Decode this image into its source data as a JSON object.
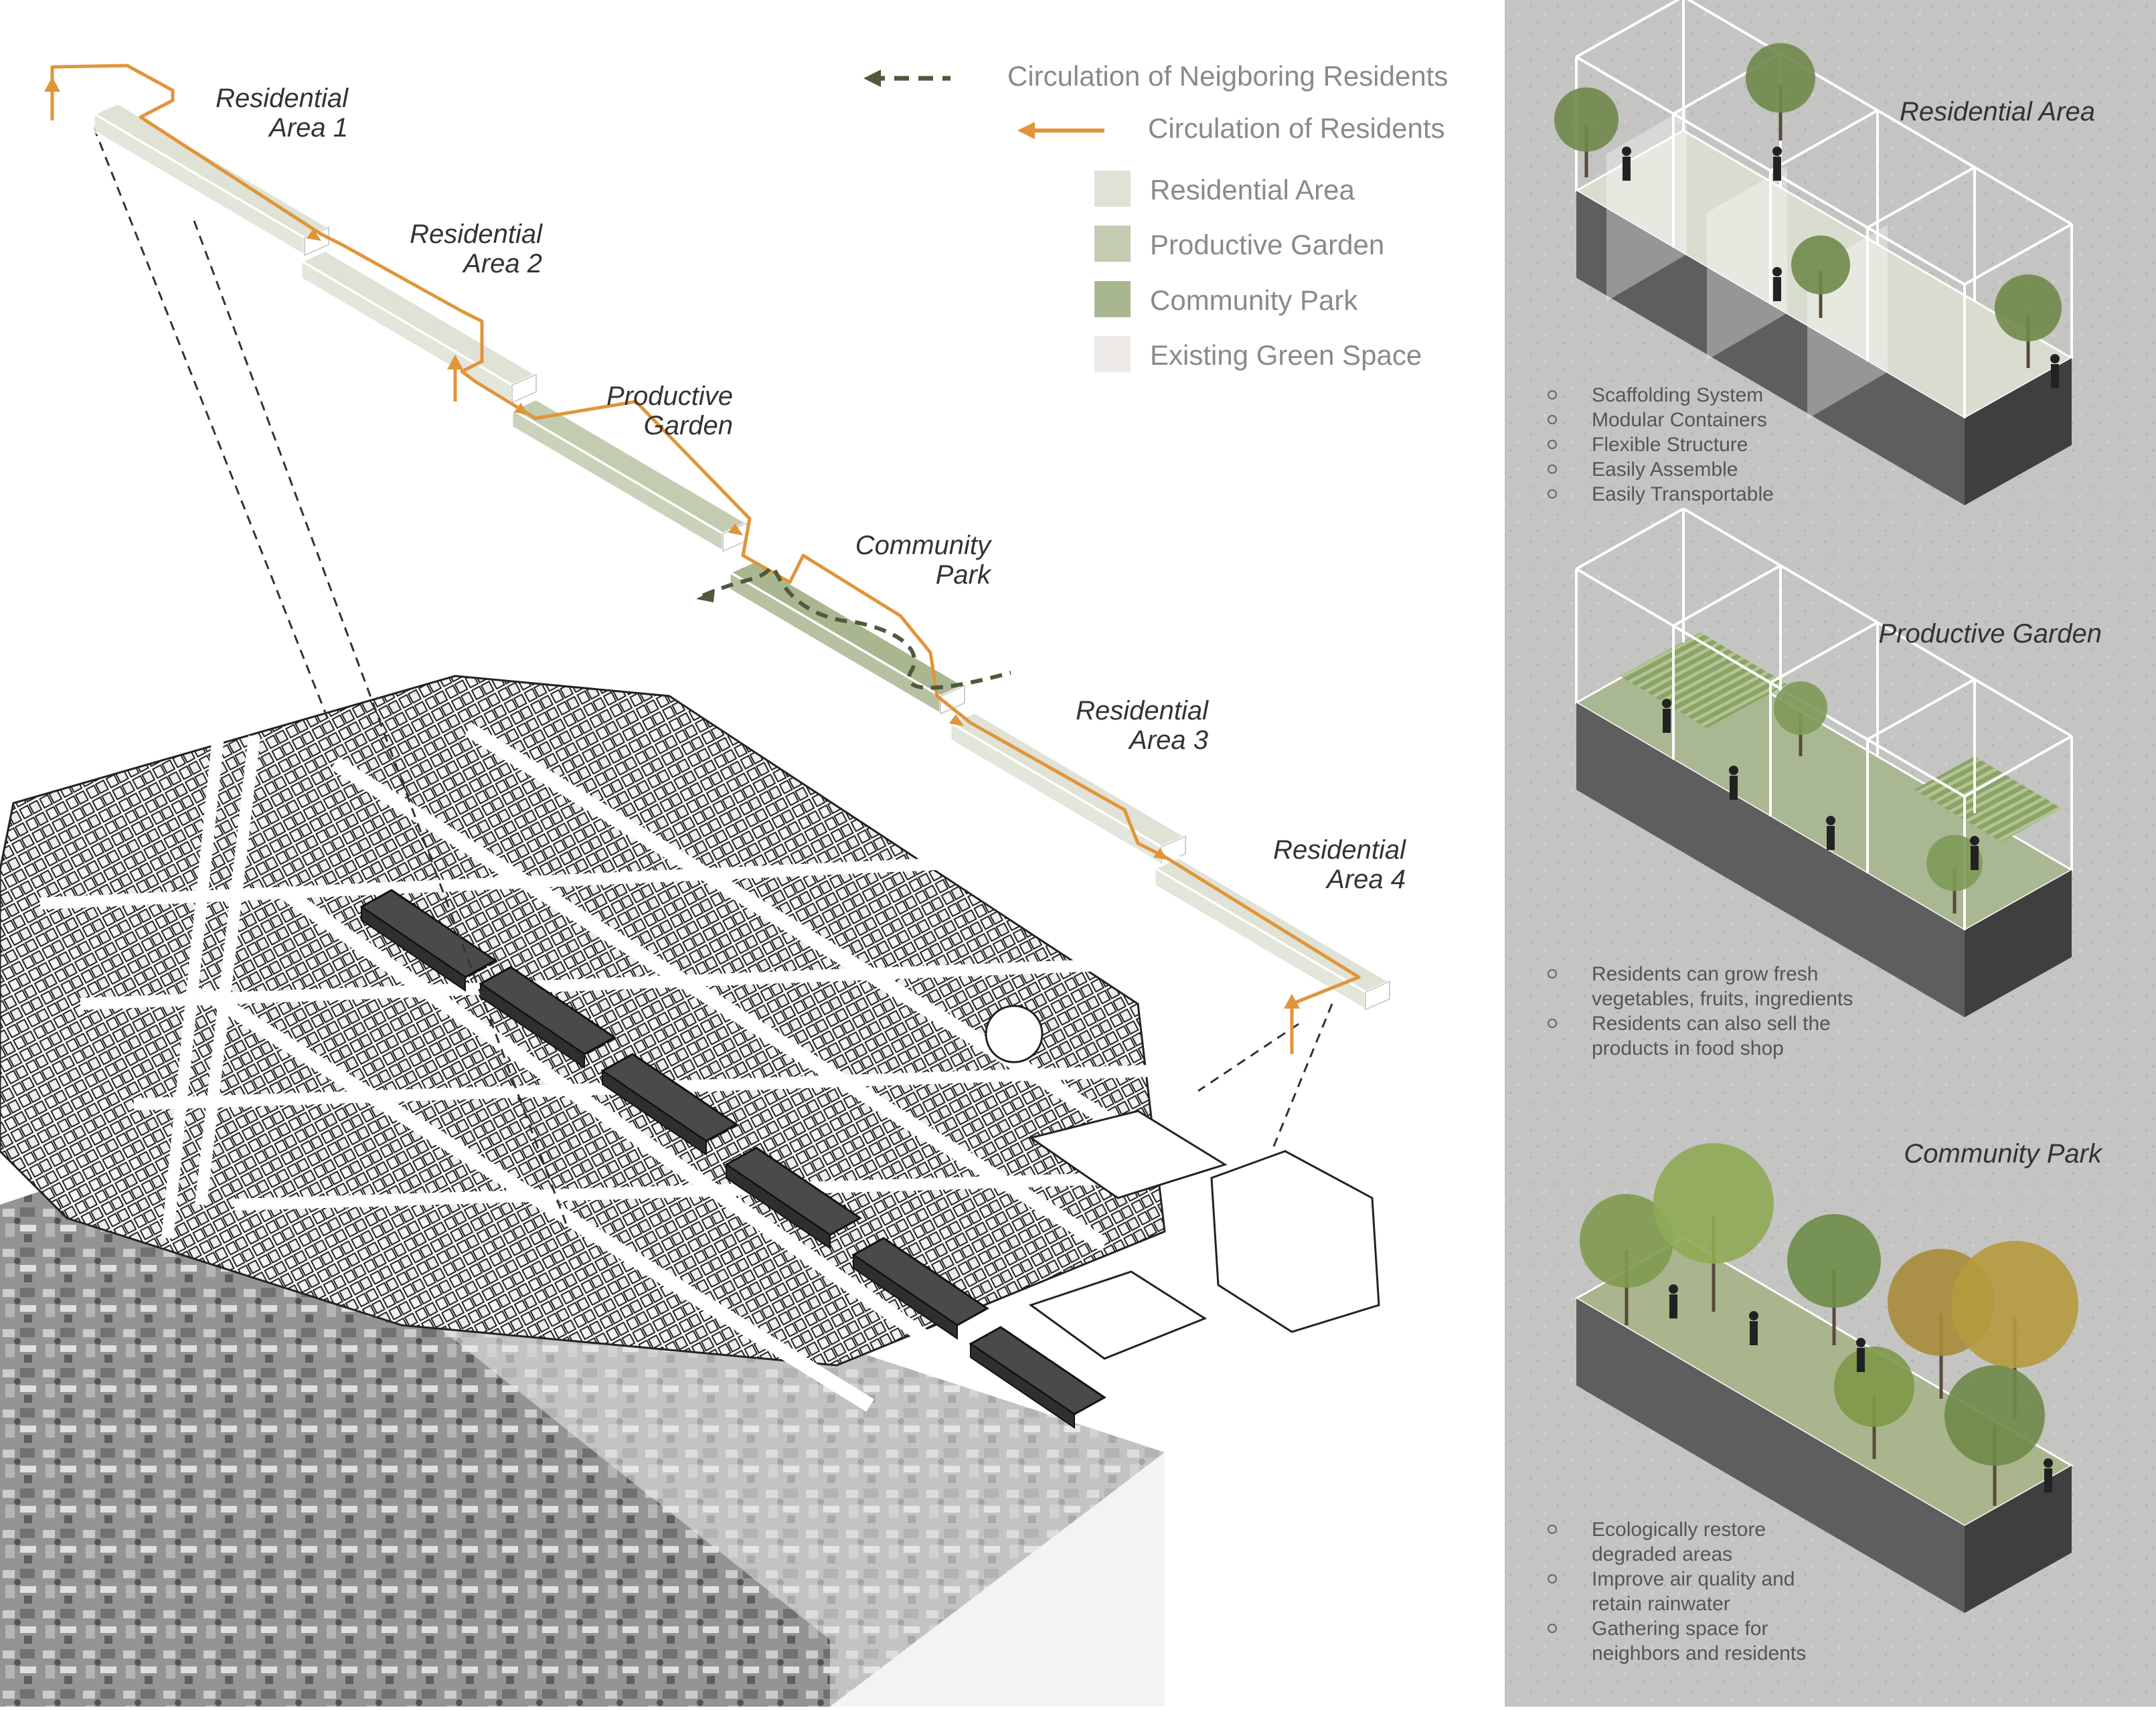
{
  "legend": {
    "neighbor_circulation": "Circulation of Neigboring Residents",
    "resident_circulation": "Circulation of Residents",
    "residential_area": "Residential Area",
    "productive_garden": "Productive Garden",
    "community_park": "Community Park",
    "existing_green": "Existing Green Space"
  },
  "labels": {
    "res1_line1": "Residential",
    "res1_line2": "Area 1",
    "res2_line1": "Residential",
    "res2_line2": "Area 2",
    "garden_line1": "Productive",
    "garden_line2": "Garden",
    "park_line1": "Community",
    "park_line2": "Park",
    "res3_line1": "Residential",
    "res3_line2": "Area 3",
    "res4_line1": "Residential",
    "res4_line2": "Area 4"
  },
  "panels": {
    "residential": {
      "title": "Residential Area",
      "bullets": [
        "Scaffolding System",
        "Modular Containers",
        "Flexible Structure",
        "Easily Assemble",
        "Easily Transportable"
      ]
    },
    "garden": {
      "title": "Productive Garden",
      "bullets": [
        {
          "line1": "Residents can grow fresh",
          "line2": "vegetables, fruits, ingredients"
        },
        {
          "line1": "Residents can also sell the",
          "line2": "products in food shop"
        }
      ]
    },
    "park": {
      "title": "Community Park",
      "bullets": [
        {
          "line1": "Ecologically restore",
          "line2": "degraded areas"
        },
        {
          "line1": "Improve air quality and",
          "line2": "retain rainwater"
        },
        {
          "line1": "Gathering space for",
          "line2": "neighbors and residents"
        }
      ]
    }
  },
  "colors": {
    "residential": "#dfe2d4",
    "garden": "#c3cbb0",
    "park": "#a9b791",
    "existing_green": "#ece9e7",
    "resident_arrow": "#e0953a",
    "neighbor_arrow": "#4f5a3c",
    "panel_bg": "#c4c4c2",
    "roof_dark": "#4a4a4a"
  },
  "icons": [
    "dashed-arrow-icon",
    "solid-arrow-icon",
    "tree-icon",
    "person-icon"
  ]
}
